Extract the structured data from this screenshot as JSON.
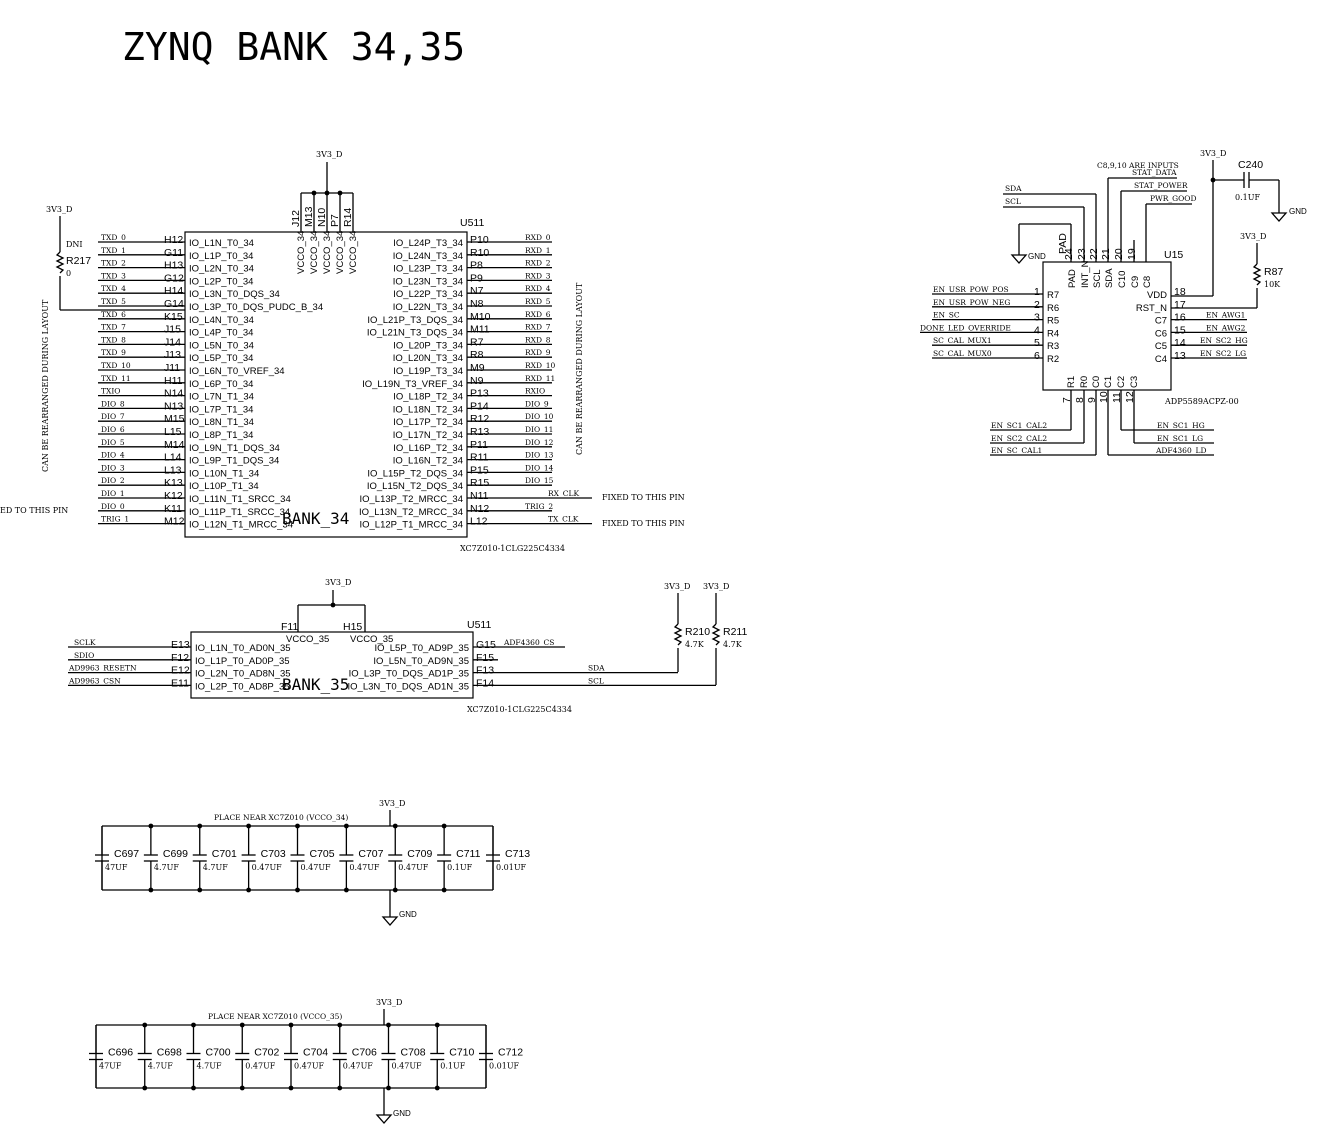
{
  "title": "ZYNQ BANK 34,35",
  "u511_bank34": {
    "ref": "U511",
    "part": "XC7Z010-1CLG225C4334",
    "bank_label": "BANK_34",
    "power_net": "3V3_D",
    "vcco_pins": [
      "J12",
      "M13",
      "N10",
      "P7",
      "R14"
    ],
    "vcco_label": "VCCO_34",
    "left": [
      {
        "net": "TXD_0",
        "num": "H12",
        "name": "IO_L1N_T0_34"
      },
      {
        "net": "TXD_1",
        "num": "G11",
        "name": "IO_L1P_T0_34"
      },
      {
        "net": "TXD_2",
        "num": "H13",
        "name": "IO_L2N_T0_34"
      },
      {
        "net": "TXD_3",
        "num": "G12",
        "name": "IO_L2P_T0_34"
      },
      {
        "net": "TXD_4",
        "num": "H14",
        "name": "IO_L3N_T0_DQS_34"
      },
      {
        "net": "TXD_5",
        "num": "G14",
        "name": "IO_L3P_T0_DQS_PUDC_B_34"
      },
      {
        "net": "TXD_6",
        "num": "K15",
        "name": "IO_L4N_T0_34"
      },
      {
        "net": "TXD_7",
        "num": "J15",
        "name": "IO_L4P_T0_34"
      },
      {
        "net": "TXD_8",
        "num": "J14",
        "name": "IO_L5N_T0_34"
      },
      {
        "net": "TXD_9",
        "num": "J13",
        "name": "IO_L5P_T0_34"
      },
      {
        "net": "TXD_10",
        "num": "J11",
        "name": "IO_L6N_T0_VREF_34"
      },
      {
        "net": "TXD_11",
        "num": "H11",
        "name": "IO_L6P_T0_34"
      },
      {
        "net": "TXIO",
        "num": "N14",
        "name": "IO_L7N_T1_34"
      },
      {
        "net": "DIO_8",
        "num": "N13",
        "name": "IO_L7P_T1_34"
      },
      {
        "net": "DIO_7",
        "num": "M15",
        "name": "IO_L8N_T1_34"
      },
      {
        "net": "DIO_6",
        "num": "L15",
        "name": "IO_L8P_T1_34"
      },
      {
        "net": "DIO_5",
        "num": "M14",
        "name": "IO_L9N_T1_DQS_34"
      },
      {
        "net": "DIO_4",
        "num": "L14",
        "name": "IO_L9P_T1_DQS_34"
      },
      {
        "net": "DIO_3",
        "num": "L13",
        "name": "IO_L10N_T1_34"
      },
      {
        "net": "DIO_2",
        "num": "K13",
        "name": "IO_L10P_T1_34"
      },
      {
        "net": "DIO_1",
        "num": "K12",
        "name": "IO_L11N_T1_SRCC_34"
      },
      {
        "net": "DIO_0",
        "num": "K11",
        "name": "IO_L11P_T1_SRCC_34"
      },
      {
        "net": "TRIG_1",
        "num": "M12",
        "name": "IO_L12N_T1_MRCC_34"
      }
    ],
    "right": [
      {
        "net": "RXD_0",
        "num": "P10",
        "name": "IO_L24P_T3_34"
      },
      {
        "net": "RXD_1",
        "num": "R10",
        "name": "IO_L24N_T3_34"
      },
      {
        "net": "RXD_2",
        "num": "P8",
        "name": "IO_L23P_T3_34"
      },
      {
        "net": "RXD_3",
        "num": "P9",
        "name": "IO_L23N_T3_34"
      },
      {
        "net": "RXD_4",
        "num": "N7",
        "name": "IO_L22P_T3_34"
      },
      {
        "net": "RXD_5",
        "num": "N8",
        "name": "IO_L22N_T3_34"
      },
      {
        "net": "RXD_6",
        "num": "M10",
        "name": "IO_L21P_T3_DQS_34"
      },
      {
        "net": "RXD_7",
        "num": "M11",
        "name": "IO_L21N_T3_DQS_34"
      },
      {
        "net": "RXD_8",
        "num": "R7",
        "name": "IO_L20P_T3_34"
      },
      {
        "net": "RXD_9",
        "num": "R8",
        "name": "IO_L20N_T3_34"
      },
      {
        "net": "RXD_10",
        "num": "M9",
        "name": "IO_L19P_T3_34"
      },
      {
        "net": "RXD_11",
        "num": "N9",
        "name": "IO_L19N_T3_VREF_34"
      },
      {
        "net": "RXIO",
        "num": "P13",
        "name": "IO_L18P_T2_34"
      },
      {
        "net": "DIO_9",
        "num": "P14",
        "name": "IO_L18N_T2_34"
      },
      {
        "net": "DIO_10",
        "num": "R12",
        "name": "IO_L17P_T2_34"
      },
      {
        "net": "DIO_11",
        "num": "R13",
        "name": "IO_L17N_T2_34"
      },
      {
        "net": "DIO_12",
        "num": "P11",
        "name": "IO_L16P_T2_34"
      },
      {
        "net": "DIO_13",
        "num": "R11",
        "name": "IO_L16N_T2_34"
      },
      {
        "net": "DIO_14",
        "num": "P15",
        "name": "IO_L15P_T2_DQS_34"
      },
      {
        "net": "DIO_15",
        "num": "R15",
        "name": "IO_L15N_T2_DQS_34"
      },
      {
        "net": "RX_CLK",
        "num": "N11",
        "name": "IO_L13P_T2_MRCC_34"
      },
      {
        "net": "TRIG_2",
        "num": "N12",
        "name": "IO_L13N_T2_MRCC_34"
      },
      {
        "net": "TX_CLK",
        "num": "L12",
        "name": "IO_L12P_T1_MRCC_34"
      }
    ],
    "note_layout": "CAN BE REARRANGED DURING LAYOUT",
    "note_fixed": "FIXED TO THIS PIN",
    "note_fixed_left": "ED TO THIS PIN",
    "r217": {
      "ref": "R217",
      "value": "0",
      "dni": "DNI",
      "net": "3V3_D"
    }
  },
  "u511_bank35": {
    "ref": "U511",
    "part": "XC7Z010-1CLG225C4334",
    "bank_label": "BANK_35",
    "power_net": "3V3_D",
    "vcco_pins": [
      {
        "num": "F11",
        "name": "VCCO_35"
      },
      {
        "num": "H15",
        "name": "VCCO_35"
      }
    ],
    "left": [
      {
        "net": "SCLK",
        "num": "E13",
        "name": "IO_L1N_T0_AD0N_35"
      },
      {
        "net": "SDIO",
        "num": "F12",
        "name": "IO_L1P_T0_AD0P_35"
      },
      {
        "net": "AD9963_RESETN",
        "num": "E12",
        "name": "IO_L2N_T0_AD8N_35"
      },
      {
        "net": "AD9963_CSN",
        "num": "E11",
        "name": "IO_L2P_T0_AD8P_35"
      }
    ],
    "right": [
      {
        "net": "ADF4360_CS",
        "num": "G15",
        "name": "IO_L5P_T0_AD9P_35"
      },
      {
        "net": "",
        "num": "F15",
        "name": "IO_L5N_T0_AD9N_35"
      },
      {
        "net": "SDA",
        "num": "F13",
        "name": "IO_L3P_T0_DQS_AD1P_35"
      },
      {
        "net": "SCL",
        "num": "F14",
        "name": "IO_L3N_T0_DQS_AD1N_35"
      }
    ],
    "pullups": [
      {
        "ref": "R210",
        "value": "4.7K",
        "net": "3V3_D"
      },
      {
        "ref": "R211",
        "value": "4.7K",
        "net": "3V3_D"
      }
    ]
  },
  "u15": {
    "ref": "U15",
    "part": "ADP5589ACPZ-00",
    "note": "C8,9,10 ARE INPUTS",
    "top_pins": [
      {
        "num": "24",
        "name": "PAD"
      },
      {
        "num": "23",
        "name": "INT_N"
      },
      {
        "num": "22",
        "name": "SCL"
      },
      {
        "num": "21",
        "name": "SDA"
      },
      {
        "num": "20",
        "name": "C10"
      },
      {
        "num": "19",
        "name": "C9"
      },
      {
        "num": "",
        "name": "C8"
      }
    ],
    "pad_label": "PAD",
    "top_nets": [
      "SDA",
      "SCL",
      "STAT_DATA",
      "STAT_POWER",
      "PWR_GOOD"
    ],
    "left_pins": [
      {
        "net": "EN_USR_POW_POS",
        "num": "1",
        "name": "R7"
      },
      {
        "net": "EN_USR_POW_NEG",
        "num": "2",
        "name": "R6"
      },
      {
        "net": "EN_SC",
        "num": "3",
        "name": "R5"
      },
      {
        "net": "DONE_LED_OVERRIDE",
        "num": "4",
        "name": "R4"
      },
      {
        "net": "SC_CAL_MUX1",
        "num": "5",
        "name": "R3"
      },
      {
        "net": "SC_CAL_MUX0",
        "num": "6",
        "name": "R2"
      }
    ],
    "right_pins": [
      {
        "net": "",
        "num": "18",
        "name": "VDD"
      },
      {
        "net": "",
        "num": "17",
        "name": "RST_N"
      },
      {
        "net": "EN_AWG1",
        "num": "16",
        "name": "C7"
      },
      {
        "net": "EN_AWG2",
        "num": "15",
        "name": "C6"
      },
      {
        "net": "EN_SC2_HG",
        "num": "14",
        "name": "C5"
      },
      {
        "net": "EN_SC2_LG",
        "num": "13",
        "name": "C4"
      }
    ],
    "bottom_pins": [
      {
        "num": "7",
        "name": "R1"
      },
      {
        "num": "8",
        "name": "R0"
      },
      {
        "num": "9",
        "name": "C0"
      },
      {
        "num": "10",
        "name": "C1"
      },
      {
        "num": "11",
        "name": "C2"
      },
      {
        "num": "12",
        "name": "C3"
      }
    ],
    "bottom_nets": [
      "EN_SC1_CAL2",
      "EN_SC2_CAL2",
      "EN_SC_CAL1",
      "EN_SC1_HG",
      "EN_SC1_LG",
      "ADF4360_LD"
    ],
    "c240": {
      "ref": "C240",
      "value": "0.1UF"
    },
    "r87": {
      "ref": "R87",
      "value": "10K",
      "net": "3V3_D"
    },
    "power_net": "3V3_D",
    "gnd": "GND"
  },
  "decoupling_34": {
    "note": "PLACE NEAR XC7Z010 (VCCO_34)",
    "power_net": "3V3_D",
    "gnd": "GND",
    "caps": [
      {
        "ref": "C697",
        "value": "47UF"
      },
      {
        "ref": "C699",
        "value": "4.7UF"
      },
      {
        "ref": "C701",
        "value": "4.7UF"
      },
      {
        "ref": "C703",
        "value": "0.47UF"
      },
      {
        "ref": "C705",
        "value": "0.47UF"
      },
      {
        "ref": "C707",
        "value": "0.47UF"
      },
      {
        "ref": "C709",
        "value": "0.47UF"
      },
      {
        "ref": "C711",
        "value": "0.1UF"
      },
      {
        "ref": "C713",
        "value": "0.01UF"
      }
    ]
  },
  "decoupling_35": {
    "note": "PLACE NEAR XC7Z010 (VCCO_35)",
    "power_net": "3V3_D",
    "gnd": "GND",
    "caps": [
      {
        "ref": "C696",
        "value": "47UF"
      },
      {
        "ref": "C698",
        "value": "4.7UF"
      },
      {
        "ref": "C700",
        "value": "4.7UF"
      },
      {
        "ref": "C702",
        "value": "0.47UF"
      },
      {
        "ref": "C704",
        "value": "0.47UF"
      },
      {
        "ref": "C706",
        "value": "0.47UF"
      },
      {
        "ref": "C708",
        "value": "0.47UF"
      },
      {
        "ref": "C710",
        "value": "0.1UF"
      },
      {
        "ref": "C712",
        "value": "0.01UF"
      }
    ]
  }
}
